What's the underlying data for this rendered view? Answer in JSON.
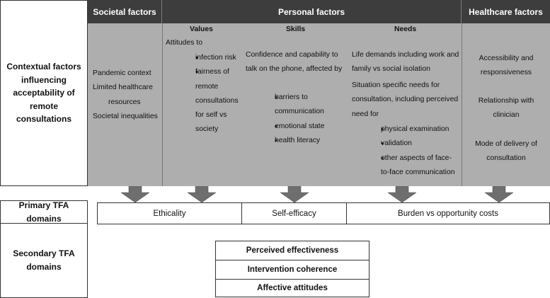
{
  "row_labels": {
    "contextual": "Contextual factors influencing acceptability of remote consultations",
    "primary": "Primary TFA domains",
    "secondary": "Secondary TFA domains"
  },
  "headers": {
    "societal": "Societal factors",
    "personal": "Personal factors",
    "healthcare": "Healthcare factors"
  },
  "societal": {
    "items": [
      "Pandemic context",
      "Limited healthcare",
      "resources",
      "Societal inequalities"
    ]
  },
  "values": {
    "title": "Values",
    "intro": "Attitudes to",
    "bullets": [
      "infection risk",
      "fairness of remote consultations for self vs society"
    ]
  },
  "skills": {
    "title": "Skills",
    "intro": "Confidence and capability to talk on the phone, affected by",
    "bullets": [
      "barriers to communication",
      "emotional state",
      "health literacy"
    ]
  },
  "needs": {
    "title": "Needs",
    "para1": "Life demands including work and family vs social isolation",
    "para2": "Situation specific needs for consultation, including perceived need for",
    "bullets": [
      "physical examination",
      "validation",
      "other aspects of face-to-face communication"
    ]
  },
  "healthcare": {
    "items": [
      "Accessibility and responsiveness",
      "Relationship with clinician",
      "Mode of delivery of consultation"
    ]
  },
  "primary_domains": [
    "Ethicality",
    "Self-efficacy",
    "Burden vs opportunity costs"
  ],
  "secondary_domains": [
    "Perceived effectiveness",
    "Intervention coherence",
    "Affective attitudes"
  ]
}
